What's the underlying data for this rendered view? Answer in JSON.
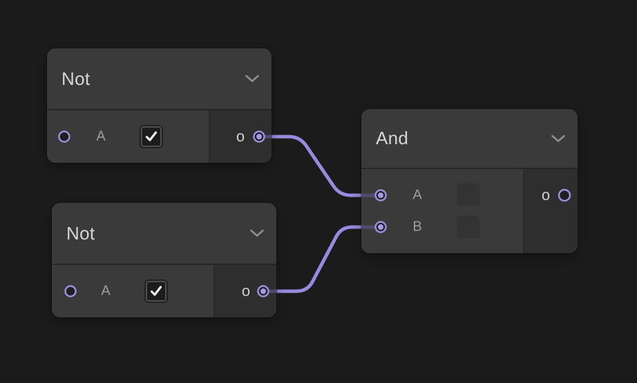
{
  "canvas": {
    "background": "#1b1b1b"
  },
  "palette": {
    "accent": "#9a8ce0",
    "wire": "#988ade",
    "wire_dimmed": "#504a6e",
    "node_bg": "#3a3a3a",
    "node_output_bg": "#2e2e2e",
    "divider": "#262626",
    "title_color": "#d6d6d6",
    "label_color": "#9d9d9d",
    "port_hole": "#1f1f1f",
    "port_dot": "#a89ae8"
  },
  "nodes": [
    {
      "title": "Not",
      "inputs": [
        {
          "label": "A",
          "control": "checkbox",
          "checked": true,
          "connected": false
        }
      ],
      "outputs": [
        {
          "label": "o",
          "connected": true
        }
      ]
    },
    {
      "title": "Not",
      "inputs": [
        {
          "label": "A",
          "control": "checkbox",
          "checked": true,
          "connected": false
        }
      ],
      "outputs": [
        {
          "label": "o",
          "connected": true
        }
      ]
    },
    {
      "title": "And",
      "inputs": [
        {
          "label": "A",
          "control": "value-box",
          "connected": true
        },
        {
          "label": "B",
          "control": "value-box",
          "connected": true
        }
      ],
      "outputs": [
        {
          "label": "o",
          "connected": false
        }
      ]
    }
  ],
  "wires": [
    {
      "from_node": 0,
      "from_port": "o",
      "to_node": 2,
      "to_port": "A"
    },
    {
      "from_node": 1,
      "from_port": "o",
      "to_node": 2,
      "to_port": "B"
    }
  ]
}
